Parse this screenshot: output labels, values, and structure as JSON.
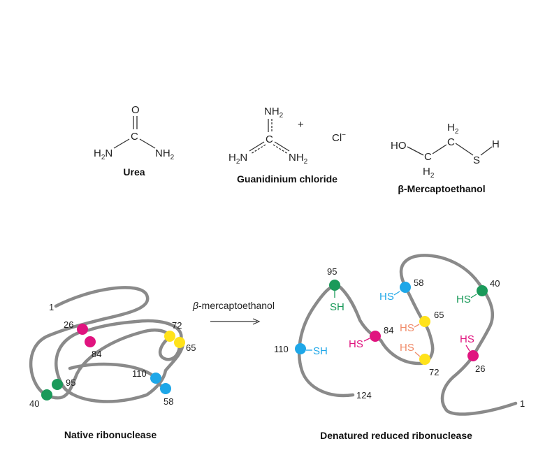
{
  "colors": {
    "chain": "#8a8a8a",
    "cys_green": "#1a9a5a",
    "cys_magenta": "#e0147f",
    "cys_yellow": "#ffe21a",
    "cys_blue": "#1ea7e8",
    "sh_salmon": "#f08c6a"
  },
  "molecules": {
    "urea": {
      "name": "Urea",
      "top_atom": "O",
      "center_atom": "C",
      "left_group": "H",
      "left_group_sub": "2",
      "left_group_tail": "N",
      "right_group": "NH",
      "right_group_sub": "2"
    },
    "guanidinium": {
      "name": "Guanidinium chloride",
      "top_group": "NH",
      "top_group_sub": "2",
      "plus": "+",
      "center_atom": "C",
      "left_group": "H",
      "left_group_sub": "2",
      "left_group_tail": "N",
      "right_group": "NH",
      "right_group_sub": "2",
      "counter_ion": "Cl",
      "counter_charge": "−"
    },
    "mercaptoethanol": {
      "name": "β-Mercaptoethanol",
      "ho": "HO",
      "c1": "C",
      "c2": "C",
      "c1_h": "H",
      "c1_h_sub": "2",
      "c2_h": "H",
      "c2_h_sub": "2",
      "s": "S",
      "h": "H"
    }
  },
  "reaction": {
    "reagent_prefix": "β",
    "reagent_rest": "-mercaptoethanol"
  },
  "native": {
    "caption": "Native ribonuclease",
    "labels": {
      "n1": "1",
      "n26": "26",
      "n84": "84",
      "n72": "72",
      "n65": "65",
      "n95": "95",
      "n40": "40",
      "n110": "110",
      "n58": "58"
    }
  },
  "denatured": {
    "caption": "Denatured reduced ribonuclease",
    "labels": {
      "n95": "95",
      "n58": "58",
      "n40": "40",
      "n65": "65",
      "n84": "84",
      "n110": "110",
      "n72": "72",
      "n26": "26",
      "n124": "124",
      "n1": "1"
    },
    "sh_labels": {
      "sh95": "SH",
      "hs58": "HS",
      "hs40": "HS",
      "hs65": "HS",
      "hs84": "HS",
      "sh110": "SH",
      "hs72": "HS",
      "hs26": "HS"
    }
  }
}
